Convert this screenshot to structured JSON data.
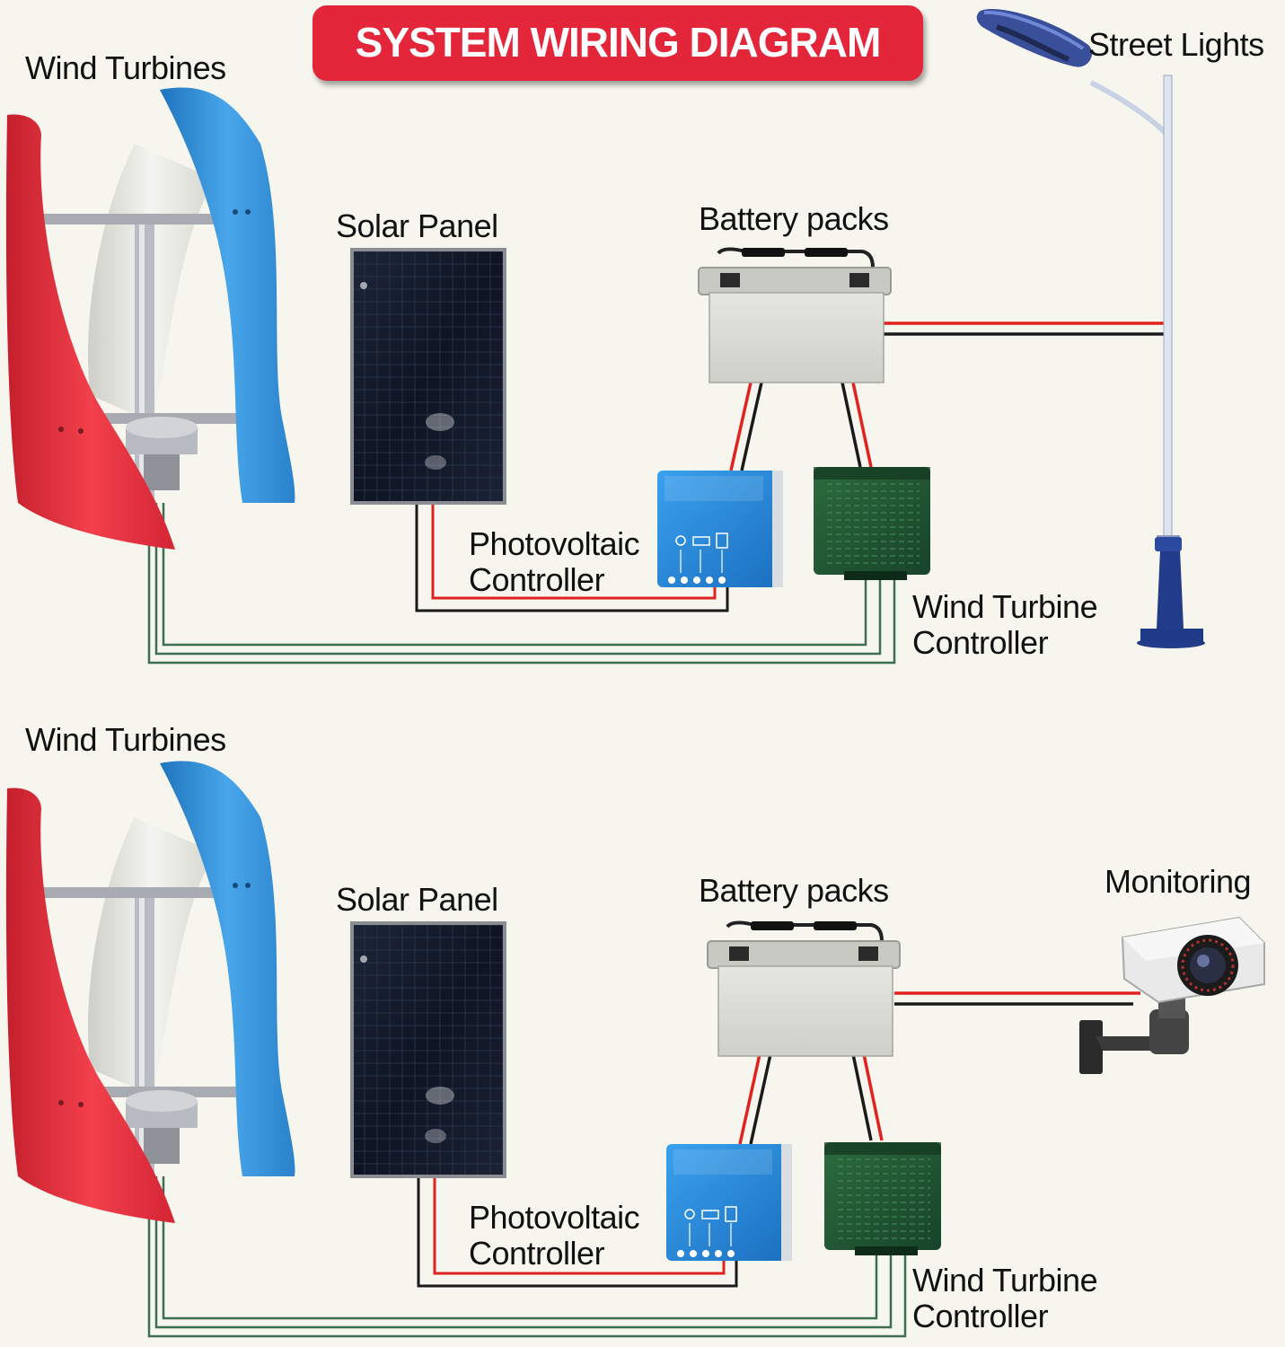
{
  "title": "SYSTEM WIRING DIAGRAM",
  "colors": {
    "title_bg": "#e3263a",
    "wire_red": "#e0231f",
    "wire_black": "#1a1a1a",
    "wire_green": "#3c6e4f",
    "blade_red": "#e8303d",
    "blade_blue": "#2f8fd6",
    "pv_controller": "#2a8fe0",
    "wind_controller": "#1f5a32",
    "battery": "#d9d9d4"
  },
  "diagrams": [
    {
      "wind_turbines": "Wind Turbines",
      "solar_panel": "Solar Panel",
      "battery_packs": "Battery packs",
      "pv_controller": [
        "Photovoltaic",
        "Controller"
      ],
      "wind_controller": [
        "Wind Turbine",
        "Controller"
      ],
      "load_label": "Street Lights",
      "load_icon": "street-light-icon"
    },
    {
      "wind_turbines": "Wind Turbines",
      "solar_panel": "Solar Panel",
      "battery_packs": "Battery packs",
      "pv_controller": [
        "Photovoltaic",
        "Controller"
      ],
      "wind_controller": [
        "Wind Turbine",
        "Controller"
      ],
      "load_label": "Monitoring",
      "load_icon": "security-camera-icon"
    }
  ]
}
